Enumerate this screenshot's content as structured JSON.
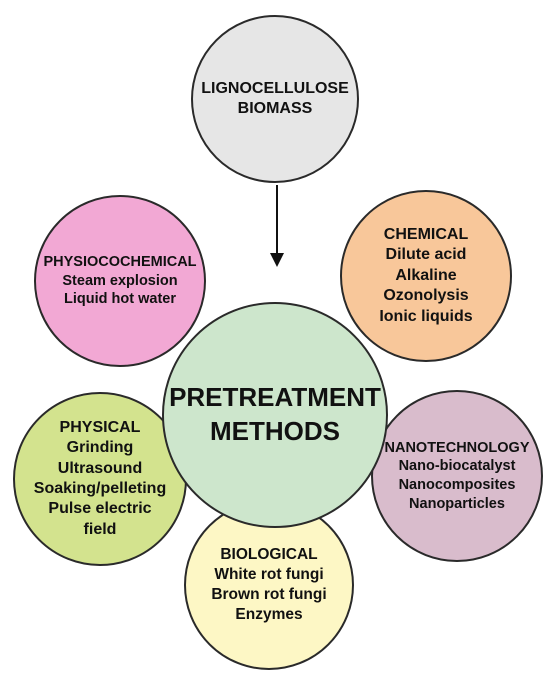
{
  "biomass": {
    "lines": [
      "LIGNOCELLULOSE",
      "BIOMASS"
    ]
  },
  "center": {
    "lines": [
      "PRETREATMENT",
      "METHODS"
    ]
  },
  "physiochemical": {
    "title": "PHYSIOCOCHEMICAL",
    "items": [
      "Steam explosion",
      "Liquid hot water"
    ]
  },
  "chemical": {
    "title": "CHEMICAL",
    "items": [
      "Dilute acid",
      "Alkaline",
      "Ozonolysis",
      "Ionic liquids"
    ]
  },
  "physical": {
    "title": "PHYSICAL",
    "items": [
      "Grinding",
      "Ultrasound",
      "Soaking/pelleting",
      "Pulse electric",
      "field"
    ]
  },
  "nanotechnology": {
    "title": "NANOTECHNOLOGY",
    "items": [
      "Nano-biocatalyst",
      "Nanocomposites",
      "Nanoparticles"
    ]
  },
  "biological": {
    "title": "BIOLOGICAL",
    "items": [
      "White rot fungi",
      "Brown rot fungi",
      "Enzymes"
    ]
  },
  "colors": {
    "biomass": "#e6e6e6",
    "center": "#cde6cc",
    "physiochemical": "#f2a8d4",
    "chemical": "#f8c79a",
    "physical": "#d3e38e",
    "nanotechnology": "#d9bccc",
    "biological": "#fdf7c5",
    "outline": "#2a2a2a"
  }
}
